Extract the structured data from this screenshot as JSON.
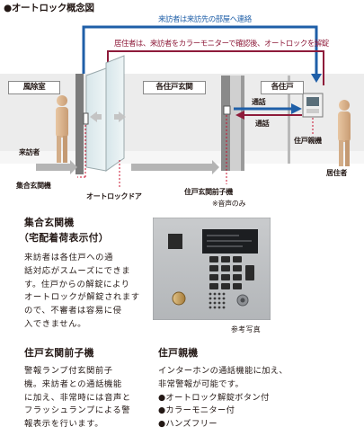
{
  "title": "●オートロック概念図",
  "diagram": {
    "arrow_top_label": "来訪者は来訪先の部屋へ連絡",
    "arrow_second_label": "居住者は、来訪者をカラーモニターで確認後、オートロックを解錠",
    "zones": {
      "vestibule": "風除室",
      "entrance": "各住戸玄関",
      "unit": "各住戸"
    },
    "call_labels": [
      "通話",
      "通話"
    ],
    "labels": {
      "visitor": "来訪者",
      "resident": "居住者",
      "collective_unit": "集合玄関機",
      "auto_lock_door": "オートロックドア",
      "entrance_unit": "住戸玄関前子機",
      "entrance_unit_note": "※音声のみ",
      "master_unit": "住戸親機"
    }
  },
  "sections": {
    "collective": {
      "title_line1": "集合玄関機",
      "title_line2": "（宅配着荷表示付）",
      "body": [
        "来訪者は各住戸への通",
        "話対応がスムーズにできま",
        "す。住戸からの解錠により",
        "オートロックが解錠されます",
        "ので、不審者は容易に侵",
        "入できません。"
      ]
    },
    "photo_caption": "参考写真",
    "entrance_unit": {
      "title": "住戸玄関前子機",
      "body": [
        "警報ランプ付玄関前子",
        "機。来訪者との通話機能",
        "に加え、非常時には音声と",
        "フラッシュランプによる警",
        "報表示を行います。"
      ]
    },
    "master_unit": {
      "title": "住戸親機",
      "body": [
        "インターホンの通話機能に加え、",
        "非常警報が可能です。",
        "●オートロック解錠ボタン付",
        "●カラーモニター付",
        "●ハンズフリー"
      ]
    }
  },
  "colors": {
    "blue_arrow": "#1f5fa8",
    "crimson_arrow": "#8e1b3a",
    "wall": "#ececec",
    "floor_arrow": "#b4b4b4"
  }
}
